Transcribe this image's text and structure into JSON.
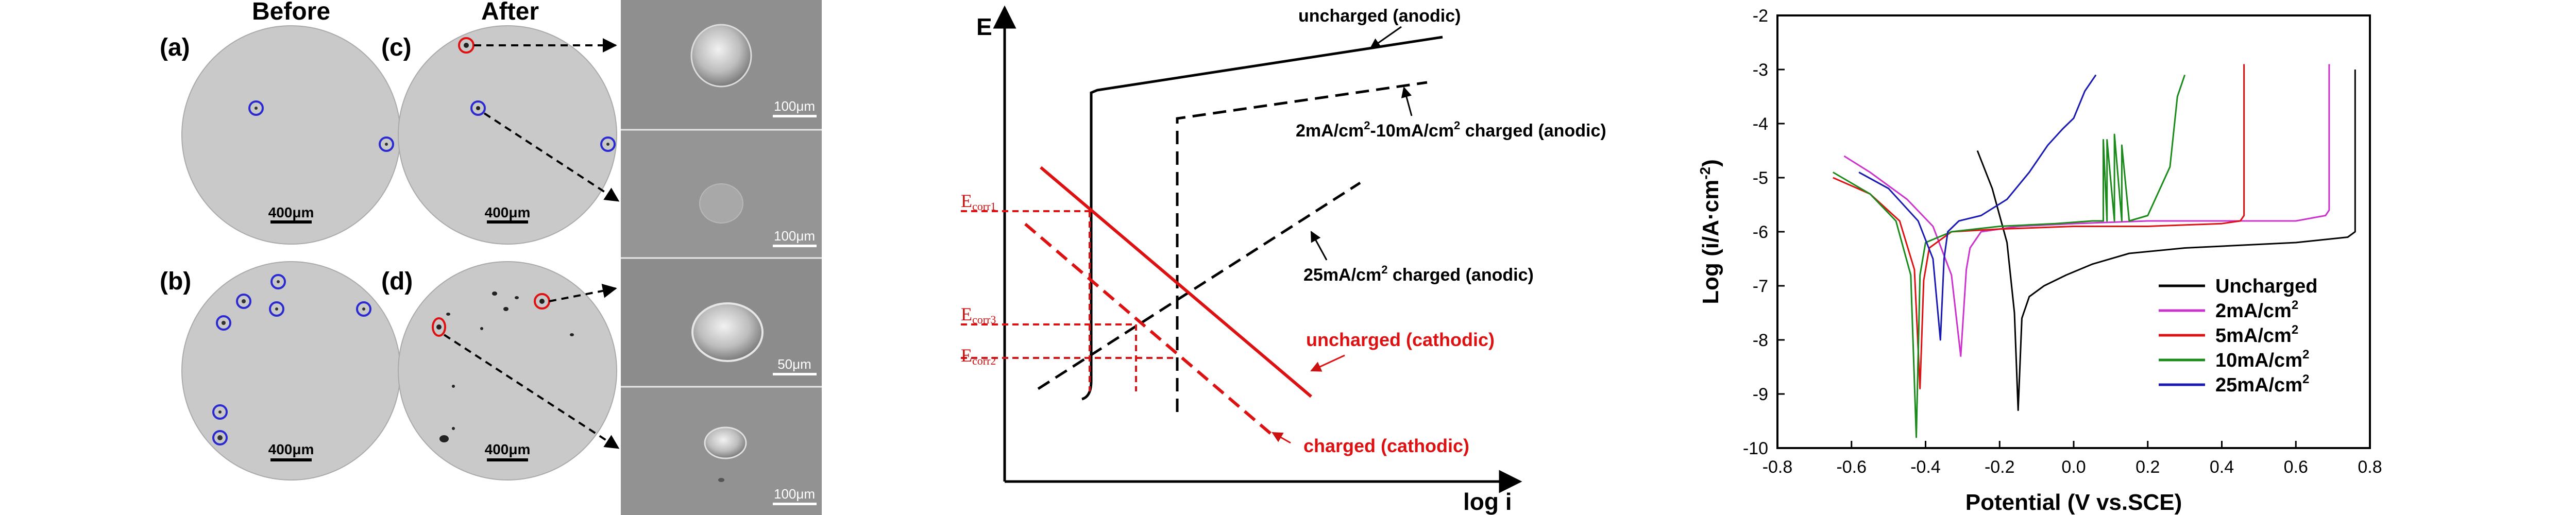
{
  "panel_left": {
    "col_before": "Before",
    "col_after": "After",
    "labels": {
      "a": "(a)",
      "b": "(b)",
      "c": "(c)",
      "d": "(d)"
    },
    "scale_disk": "400μm",
    "zoom_scales": [
      "100μm",
      "100μm",
      "50μm",
      "100μm"
    ]
  },
  "panel_middle": {
    "y_axis": "E",
    "x_axis": "log i",
    "curve_labels": {
      "uncharged_anodic": "uncharged (anodic)",
      "charged_anodic_pre": "2mA/cm",
      "charged_anodic_mid": "-10mA/cm",
      "charged_anodic_post": " charged (anodic)",
      "sup2": "2",
      "high_anodic_pre": "25mA/cm",
      "high_anodic_post": " charged (anodic)",
      "uncharged_cathodic": "uncharged (cathodic)",
      "charged_cathodic": "charged (cathodic)"
    },
    "ecorr": [
      {
        "main": "E",
        "sub": "corr1"
      },
      {
        "main": "E",
        "sub": "corr3"
      },
      {
        "main": "E",
        "sub": "corr2"
      }
    ]
  },
  "chart_data": {
    "type": "line",
    "xlabel": "Potential (V vs.SCE)",
    "ylabel": "Log  (i/A·cm",
    "ylabel_sup": "-2",
    "ylabel_close": ")",
    "xlim": [
      -0.8,
      0.8
    ],
    "ylim": [
      -10,
      -2
    ],
    "xticks": [
      "-0.8",
      "-0.6",
      "-0.4",
      "-0.2",
      "0.0",
      "0.2",
      "0.4",
      "0.6",
      "0.8"
    ],
    "yticks": [
      "-2",
      "-3",
      "-4",
      "-5",
      "-6",
      "-7",
      "-8",
      "-9",
      "-10"
    ],
    "legend_position": "lower-right",
    "series": [
      {
        "name": "Uncharged",
        "unit": "",
        "color": "#000000",
        "x": [
          -0.26,
          -0.22,
          -0.18,
          -0.16,
          -0.15,
          -0.14,
          -0.12,
          -0.08,
          -0.02,
          0.05,
          0.15,
          0.3,
          0.45,
          0.6,
          0.74,
          0.76,
          0.76
        ],
        "y": [
          -4.5,
          -5.2,
          -6.2,
          -7.5,
          -9.3,
          -7.6,
          -7.2,
          -7.0,
          -6.8,
          -6.6,
          -6.4,
          -6.3,
          -6.25,
          -6.2,
          -6.1,
          -6.0,
          -3.0
        ]
      },
      {
        "name": "2mA/cm",
        "unit": "2",
        "color": "#cc33cc",
        "x": [
          -0.62,
          -0.55,
          -0.45,
          -0.38,
          -0.33,
          -0.305,
          -0.29,
          -0.28,
          -0.25,
          -0.15,
          0.0,
          0.2,
          0.4,
          0.6,
          0.68,
          0.69,
          0.69
        ],
        "y": [
          -4.6,
          -4.9,
          -5.4,
          -5.9,
          -6.8,
          -8.3,
          -6.7,
          -6.3,
          -6.0,
          -5.9,
          -5.85,
          -5.8,
          -5.8,
          -5.8,
          -5.7,
          -5.6,
          -2.9
        ]
      },
      {
        "name": "5mA/cm",
        "unit": "2",
        "color": "#dd1111",
        "x": [
          -0.65,
          -0.55,
          -0.47,
          -0.43,
          -0.415,
          -0.405,
          -0.39,
          -0.33,
          -0.2,
          0.0,
          0.2,
          0.4,
          0.45,
          0.46,
          0.46
        ],
        "y": [
          -5.0,
          -5.3,
          -5.8,
          -6.7,
          -8.9,
          -6.9,
          -6.3,
          -6.0,
          -5.95,
          -5.9,
          -5.9,
          -5.85,
          -5.8,
          -5.7,
          -2.9
        ]
      },
      {
        "name": "10mA/cm",
        "unit": "2",
        "color": "#1a8a1a",
        "x": [
          -0.65,
          -0.55,
          -0.48,
          -0.44,
          -0.425,
          -0.415,
          -0.4,
          -0.33,
          -0.2,
          -0.05,
          0.05,
          0.08,
          0.08,
          0.09,
          0.09,
          0.11,
          0.11,
          0.13,
          0.13,
          0.15,
          0.2,
          0.26,
          0.28,
          0.3
        ],
        "y": [
          -4.9,
          -5.3,
          -5.8,
          -6.8,
          -9.8,
          -6.8,
          -6.2,
          -6.0,
          -5.9,
          -5.85,
          -5.8,
          -5.8,
          -4.3,
          -5.8,
          -4.3,
          -5.8,
          -4.2,
          -5.8,
          -4.4,
          -5.8,
          -5.7,
          -4.8,
          -3.5,
          -3.1
        ]
      },
      {
        "name": "25mA/cm",
        "unit": "2",
        "color": "#1a1ab0",
        "x": [
          -0.58,
          -0.5,
          -0.42,
          -0.38,
          -0.36,
          -0.35,
          -0.34,
          -0.31,
          -0.25,
          -0.18,
          -0.12,
          -0.07,
          -0.03,
          0.0,
          0.03,
          0.05,
          0.06
        ],
        "y": [
          -4.9,
          -5.2,
          -5.8,
          -6.5,
          -8.0,
          -6.5,
          -6.0,
          -5.8,
          -5.7,
          -5.4,
          -4.9,
          -4.4,
          -4.1,
          -3.9,
          -3.4,
          -3.2,
          -3.1
        ]
      }
    ]
  }
}
